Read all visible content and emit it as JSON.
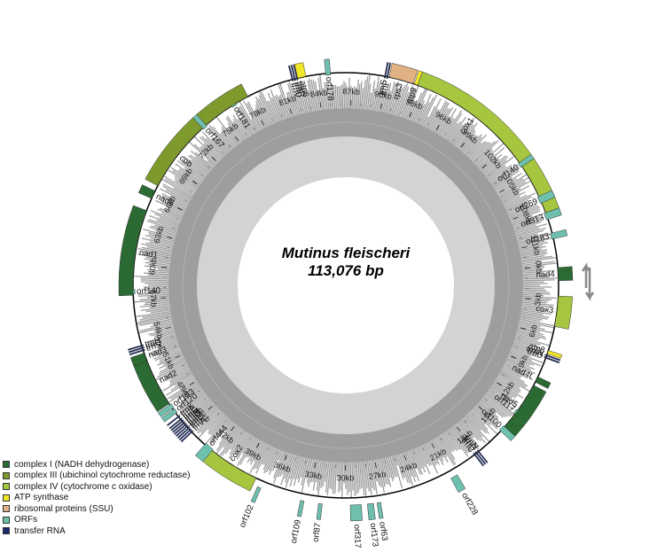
{
  "title": "Mutinus fleischeri",
  "length_label": "113,076 bp",
  "total_length": 113076,
  "colors": {
    "complex_I": "#2b6b33",
    "complex_III": "#7e9a2d",
    "complex_IV": "#a7c63f",
    "atp": "#f2e629",
    "rps": "#e0b183",
    "orf": "#6fbfae",
    "trna": "#1a2a6e",
    "gc_outer": "#9e9e9e",
    "gc_inner": "#d3d3d3"
  },
  "legend": [
    {
      "label": "complex I (NADH dehydrogenase)",
      "color": "#2b6b33"
    },
    {
      "label": "complex III (ubichinol cytochrome reductase)",
      "color": "#7e9a2d"
    },
    {
      "label": "complex IV (cytochrome c oxidase)",
      "color": "#a7c63f"
    },
    {
      "label": "ATP synthase",
      "color": "#f2e629"
    },
    {
      "label": "ribosomal proteins (SSU)",
      "color": "#e0b183"
    },
    {
      "label": "ORFs",
      "color": "#6fbfae"
    },
    {
      "label": "transfer RNA",
      "color": "#1a2a6e"
    }
  ],
  "ticks": [
    "0kb",
    "3kb",
    "6kb",
    "9kb",
    "12kb",
    "15kb",
    "18kb",
    "21kb",
    "24kb",
    "27kb",
    "30kb",
    "33kb",
    "36kb",
    "39kb",
    "42kb",
    "45kb",
    "48kb",
    "51kb",
    "54kb",
    "57kb",
    "60kb",
    "63kb",
    "66kb",
    "69kb",
    "72kb",
    "75kb",
    "78kb",
    "81kb",
    "84kb",
    "87kb",
    "90kb",
    "93kb",
    "96kb",
    "99kb",
    "102kb",
    "105kb",
    "108kb",
    "111kb"
  ],
  "genes": [
    {
      "name": "nad4",
      "start": 200,
      "end": 1300,
      "strand": "+",
      "type": "complex_I"
    },
    {
      "name": "cox3",
      "start": 2600,
      "end": 5200,
      "strand": "+",
      "type": "complex_IV"
    },
    {
      "name": "atp8",
      "start": 7300,
      "end": 7600,
      "strand": "+",
      "type": "atp"
    },
    {
      "name": "trnW",
      "start": 7700,
      "end": 7800,
      "strand": "+",
      "type": "trna"
    },
    {
      "name": "trnD",
      "start": 7900,
      "end": 8000,
      "strand": "+",
      "type": "trna"
    },
    {
      "name": "nad4L",
      "start": 9700,
      "end": 10200,
      "strand": "+",
      "type": "complex_I"
    },
    {
      "name": "orf117",
      "start": 13000,
      "end": 13400,
      "strand": "+",
      "type": "orf"
    },
    {
      "name": "nad5",
      "start": 10500,
      "end": 15000,
      "strand": "+",
      "type": "complex_I"
    },
    {
      "name": "orf100",
      "start": 14800,
      "end": 15300,
      "strand": "+",
      "type": "orf"
    },
    {
      "name": "trnN",
      "start": 17800,
      "end": 17900,
      "strand": "+",
      "type": "trna"
    },
    {
      "name": "trnG",
      "start": 18000,
      "end": 18100,
      "strand": "+",
      "type": "trna"
    },
    {
      "name": "trnC",
      "start": 18200,
      "end": 18300,
      "strand": "+",
      "type": "trna"
    },
    {
      "name": "orf228",
      "start": 20400,
      "end": 21000,
      "strand": "-",
      "type": "orf"
    },
    {
      "name": "orf63",
      "start": 27100,
      "end": 27400,
      "strand": "-",
      "type": "orf"
    },
    {
      "name": "orf173",
      "start": 27700,
      "end": 28200,
      "strand": "-",
      "type": "orf"
    },
    {
      "name": "orf317",
      "start": 28700,
      "end": 29600,
      "strand": "-",
      "type": "orf"
    },
    {
      "name": "orf87",
      "start": 31900,
      "end": 32200,
      "strand": "-",
      "type": "orf"
    },
    {
      "name": "orf109",
      "start": 33400,
      "end": 33700,
      "strand": "-",
      "type": "orf"
    },
    {
      "name": "orf102",
      "start": 37100,
      "end": 37400,
      "strand": "-",
      "type": "orf"
    },
    {
      "name": "cox2",
      "start": 37800,
      "end": 42900,
      "strand": "+",
      "type": "complex_IV"
    },
    {
      "name": "orf444",
      "start": 42200,
      "end": 43000,
      "strand": "+",
      "type": "orf"
    },
    {
      "name": "trnA",
      "start": 44500,
      "end": 44600,
      "strand": "+",
      "type": "trna"
    },
    {
      "name": "trnF",
      "start": 44700,
      "end": 44800,
      "strand": "+",
      "type": "trna"
    },
    {
      "name": "trnL",
      "start": 44900,
      "end": 45000,
      "strand": "+",
      "type": "trna"
    },
    {
      "name": "trnM",
      "start": 45100,
      "end": 45200,
      "strand": "+",
      "type": "trna"
    },
    {
      "name": "trnG",
      "start": 45300,
      "end": 45400,
      "strand": "+",
      "type": "trna"
    },
    {
      "name": "trnM",
      "start": 45500,
      "end": 45600,
      "strand": "+",
      "type": "trna"
    },
    {
      "name": "trnE",
      "start": 45700,
      "end": 45800,
      "strand": "+",
      "type": "trna"
    },
    {
      "name": "trnE",
      "start": 45900,
      "end": 46000,
      "strand": "+",
      "type": "trna"
    },
    {
      "name": "trnK",
      "start": 46200,
      "end": 46300,
      "strand": "+",
      "type": "trna"
    },
    {
      "name": "orf120",
      "start": 46600,
      "end": 47000,
      "strand": "+",
      "type": "orf"
    },
    {
      "name": "orf153",
      "start": 47100,
      "end": 47500,
      "strand": "+",
      "type": "orf"
    },
    {
      "name": "nad2",
      "start": 47600,
      "end": 51700,
      "strand": "+",
      "type": "complex_I"
    },
    {
      "name": "nad3",
      "start": 51700,
      "end": 52400,
      "strand": "+",
      "type": "complex_I"
    },
    {
      "name": "trnS",
      "start": 52600,
      "end": 52700,
      "strand": "+",
      "type": "trna"
    },
    {
      "name": "trnQ",
      "start": 52800,
      "end": 52900,
      "strand": "+",
      "type": "trna"
    },
    {
      "name": "trnH",
      "start": 53000,
      "end": 53100,
      "strand": "+",
      "type": "trna"
    },
    {
      "name": "orf140",
      "start": 57500,
      "end": 57900,
      "strand": "+",
      "type": "orf"
    },
    {
      "name": "nad1",
      "start": 57400,
      "end": 64700,
      "strand": "+",
      "type": "complex_I"
    },
    {
      "name": "nad6",
      "start": 65800,
      "end": 66500,
      "strand": "+",
      "type": "complex_I"
    },
    {
      "name": "orf167",
      "start": 73200,
      "end": 73600,
      "strand": "+",
      "type": "orf"
    },
    {
      "name": "cob",
      "start": 67000,
      "end": 73200,
      "strand": "+",
      "type": "complex_III"
    },
    {
      "name": "orf181",
      "start": 76300,
      "end": 76700,
      "strand": "+",
      "type": "orf"
    },
    {
      "name": "cob_ext",
      "start": 73600,
      "end": 77900,
      "strand": "+",
      "type": "complex_III",
      "hide_label": true
    },
    {
      "name": "trnV",
      "start": 81900,
      "end": 82000,
      "strand": "+",
      "type": "trna"
    },
    {
      "name": "trnI",
      "start": 82100,
      "end": 82200,
      "strand": "+",
      "type": "trna"
    },
    {
      "name": "trnR",
      "start": 82300,
      "end": 82400,
      "strand": "+",
      "type": "trna"
    },
    {
      "name": "atp6",
      "start": 82400,
      "end": 83100,
      "strand": "+",
      "type": "atp"
    },
    {
      "name": "orf178",
      "start": 84800,
      "end": 85200,
      "strand": "+",
      "type": "orf"
    },
    {
      "name": "trnS",
      "start": 89800,
      "end": 89900,
      "strand": "+",
      "type": "trna"
    },
    {
      "name": "trnP",
      "start": 90000,
      "end": 90100,
      "strand": "+",
      "type": "trna"
    },
    {
      "name": "rps3",
      "start": 90200,
      "end": 92300,
      "strand": "+",
      "type": "rps"
    },
    {
      "name": "atp9",
      "start": 92400,
      "end": 92700,
      "strand": "+",
      "type": "atp"
    },
    {
      "name": "cox1",
      "start": 92700,
      "end": 103700,
      "strand": "+",
      "type": "complex_IV"
    },
    {
      "name": "orf140",
      "start": 103700,
      "end": 104100,
      "strand": "+",
      "type": "orf"
    },
    {
      "name": "cox1_ext",
      "start": 104100,
      "end": 108500,
      "strand": "+",
      "type": "complex_IV",
      "hide_label": true
    },
    {
      "name": "orf269",
      "start": 107000,
      "end": 107600,
      "strand": "+",
      "type": "orf"
    },
    {
      "name": "orf313",
      "start": 108500,
      "end": 109100,
      "strand": "+",
      "type": "orf"
    },
    {
      "name": "orf183",
      "start": 110300,
      "end": 110800,
      "strand": "+",
      "type": "orf"
    }
  ]
}
